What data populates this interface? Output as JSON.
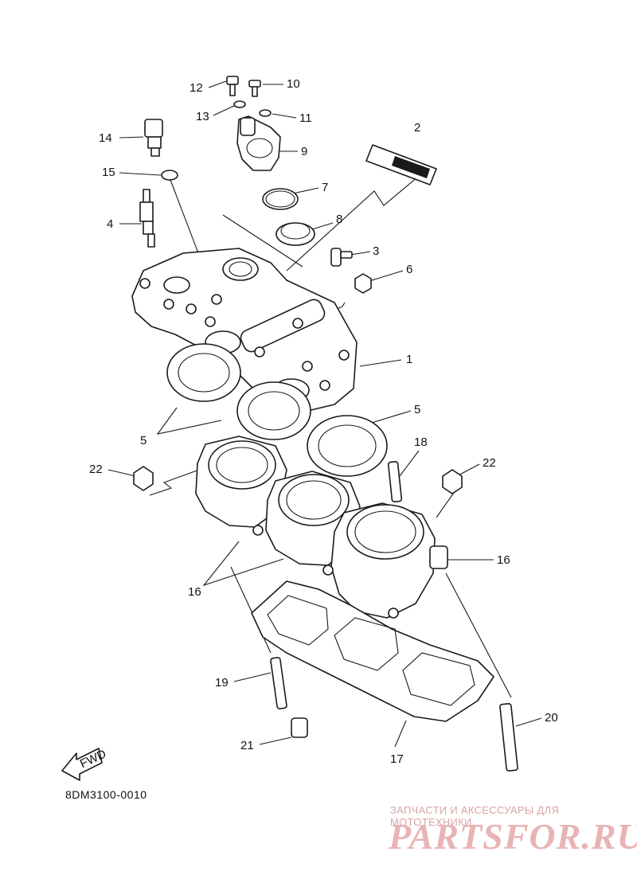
{
  "diagram": {
    "code": "8DM3100-0010",
    "fwd_label": "FWD",
    "fwd_arrow_name": "fwd-arrow-icon",
    "labels": [
      {
        "id": "12",
        "text": "12"
      },
      {
        "id": "10",
        "text": "10"
      },
      {
        "id": "13",
        "text": "13"
      },
      {
        "id": "11",
        "text": "11"
      },
      {
        "id": "14",
        "text": "14"
      },
      {
        "id": "9",
        "text": "9"
      },
      {
        "id": "2",
        "text": "2"
      },
      {
        "id": "15",
        "text": "15"
      },
      {
        "id": "7",
        "text": "7"
      },
      {
        "id": "4",
        "text": "4"
      },
      {
        "id": "8",
        "text": "8"
      },
      {
        "id": "3",
        "text": "3"
      },
      {
        "id": "6",
        "text": "6"
      },
      {
        "id": "1",
        "text": "1"
      },
      {
        "id": "5a",
        "text": "5"
      },
      {
        "id": "5b",
        "text": "5"
      },
      {
        "id": "18",
        "text": "18"
      },
      {
        "id": "22a",
        "text": "22"
      },
      {
        "id": "22b",
        "text": "22"
      },
      {
        "id": "16a",
        "text": "16"
      },
      {
        "id": "16b",
        "text": "16"
      },
      {
        "id": "19",
        "text": "19"
      },
      {
        "id": "20",
        "text": "20"
      },
      {
        "id": "21",
        "text": "21"
      },
      {
        "id": "17",
        "text": "17"
      }
    ]
  },
  "watermark": {
    "tagline": "ЗАПЧАСТИ И АКСЕССУАРЫ ДЛЯ МОТОТЕХНИКИ",
    "logo": "PARTSFOR.RU"
  }
}
